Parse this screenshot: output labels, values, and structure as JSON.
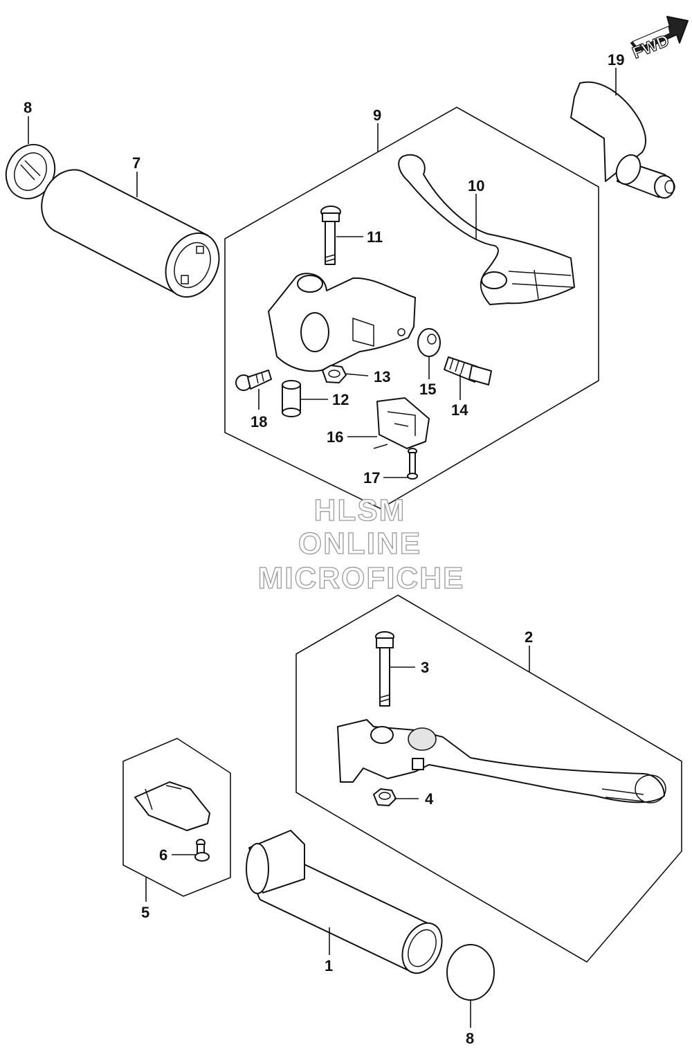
{
  "fwd_label": "FWD",
  "watermark": {
    "line1": "HLSM",
    "line2": "ONLINE",
    "line3": "MICROFICHE"
  },
  "callouts": {
    "c1": "1",
    "c2": "2",
    "c3": "3",
    "c4": "4",
    "c5": "5",
    "c6": "6",
    "c7": "7",
    "c8a": "8",
    "c8b": "8",
    "c9": "9",
    "c10": "10",
    "c11": "11",
    "c12": "12",
    "c13": "13",
    "c14": "14",
    "c15": "15",
    "c16": "16",
    "c17": "17",
    "c18": "18",
    "c19": "19"
  }
}
